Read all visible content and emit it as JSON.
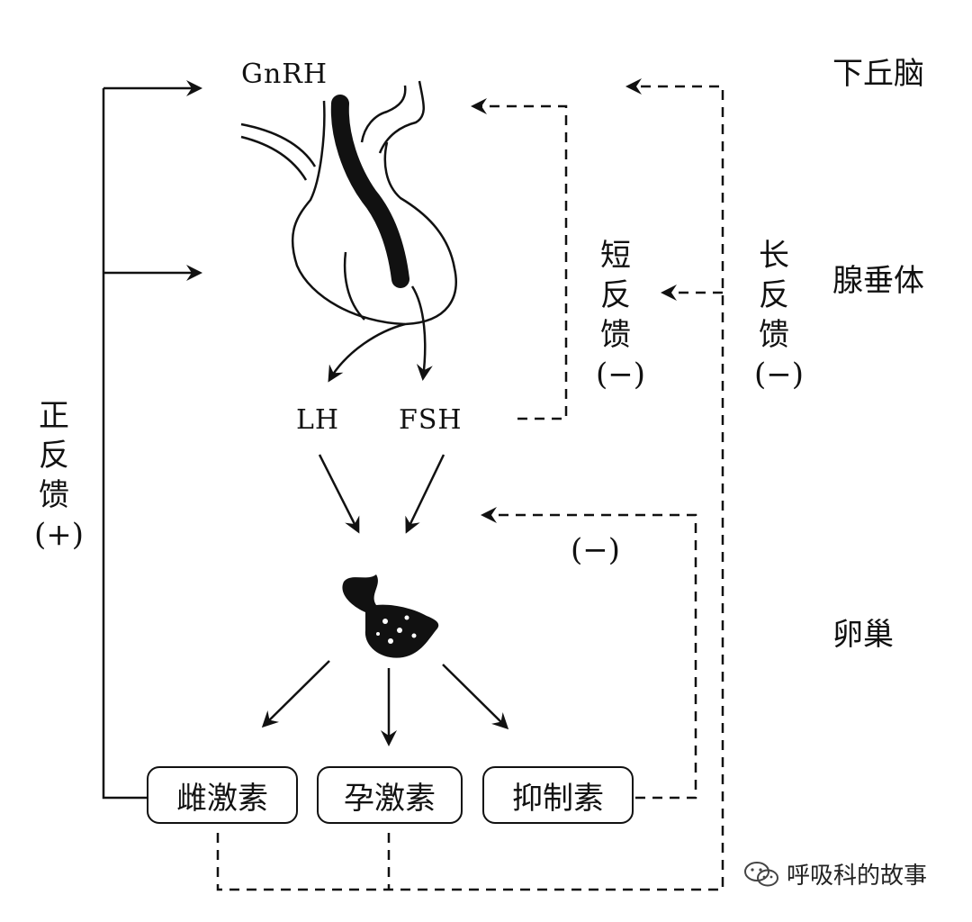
{
  "levels": {
    "hypothalamus": "下丘脑",
    "pituitary": "腺垂体",
    "ovary": "卵巢"
  },
  "hormones": {
    "gnrh": "GnRH",
    "lh": "LH",
    "fsh": "FSH"
  },
  "feedback": {
    "positive": [
      "正",
      "反",
      "馈",
      "(+)"
    ],
    "short": [
      "短",
      "反",
      "馈",
      "(−)"
    ],
    "long": [
      "长",
      "反",
      "馈",
      "(−)"
    ],
    "ovary_negative": "(−)"
  },
  "outputs": {
    "estrogen": "雌激素",
    "progesterone": "孕激素",
    "inhibin": "抑制素"
  },
  "watermark": {
    "text": "呼吸科的故事",
    "icon": "wechat-icon"
  }
}
